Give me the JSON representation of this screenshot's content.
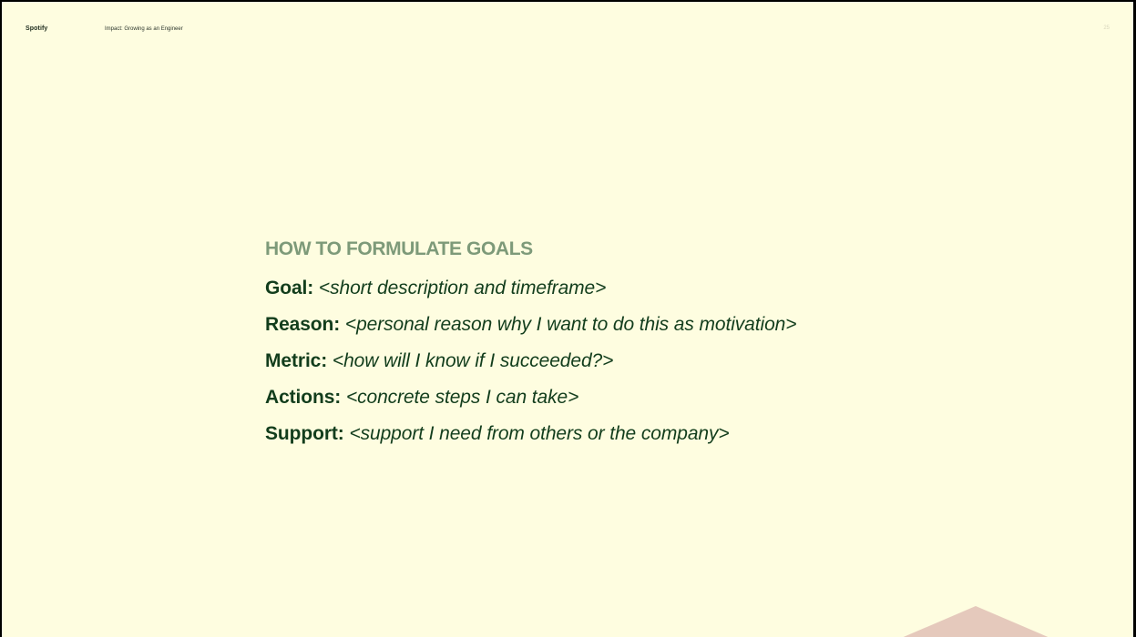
{
  "header": {
    "brand": "Spotify",
    "deck_title": "Impact: Growing as an Engineer",
    "page_number": "25"
  },
  "main": {
    "heading": "HOW TO FORMULATE GOALS",
    "items": [
      {
        "label": "Goal:",
        "text": "<short description and timeframe>"
      },
      {
        "label": "Reason:",
        "text": "<personal reason why I want to do this as motivation>"
      },
      {
        "label": "Metric:",
        "text": "<how will I know if I succeeded?>"
      },
      {
        "label": "Actions:",
        "text": "<concrete steps I can take>"
      },
      {
        "label": "Support:",
        "text": "<support I need from others or the company>"
      }
    ]
  },
  "colors": {
    "background": "#FEFDE0",
    "heading": "#7D9A79",
    "body_text": "#123D1C",
    "decor_shape": "#E5C9BC"
  }
}
